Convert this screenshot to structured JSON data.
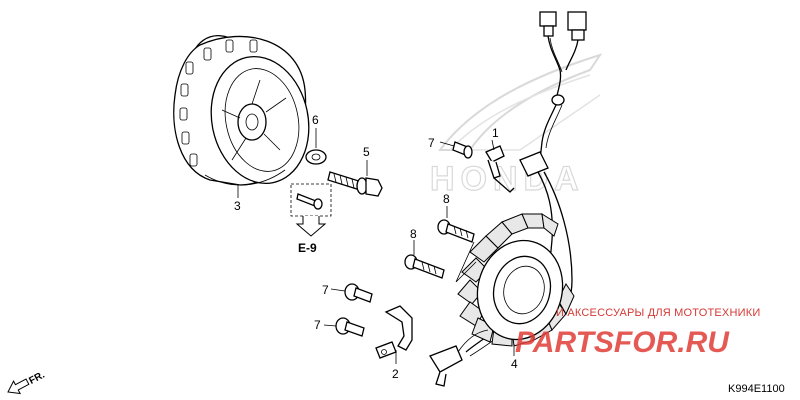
{
  "callouts": {
    "c1": "1",
    "c2": "2",
    "c3": "3",
    "c4": "4",
    "c5": "5",
    "c6": "6",
    "c7a": "7",
    "c7b": "7",
    "c7c": "7",
    "c8a": "8",
    "c8b": "8"
  },
  "reference": "E-9",
  "direction": "FR.",
  "diagram_code": "K994E1100",
  "watermark": {
    "tagline": "И АКСЕССУАРЫ ДЛЯ МОТОТЕХНИКИ",
    "brand": "PARTSFOR.RU",
    "brand_color": "#e13c37"
  },
  "background_logo": {
    "text": "HONDA",
    "color": "#bbbbbb"
  }
}
